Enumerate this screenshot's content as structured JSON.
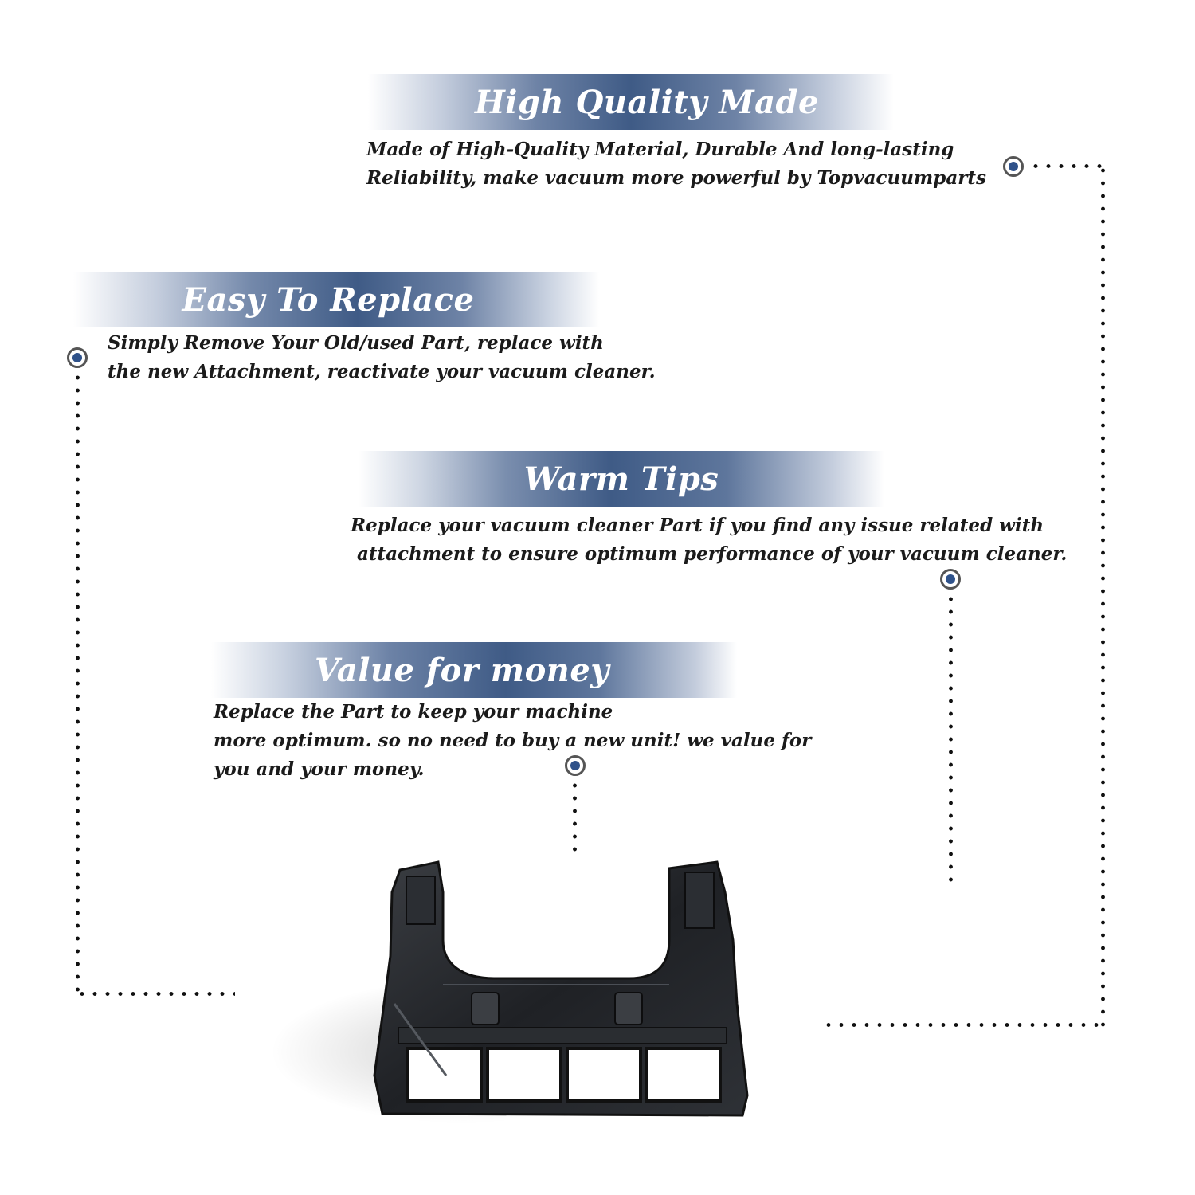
{
  "features": [
    {
      "title": "High Quality Made",
      "lines": [
        "Made of  High-Quality Material, Durable And long-lasting",
        "Reliability, make vacuum more powerful by Topvacuumparts"
      ]
    },
    {
      "title": "Easy To Replace",
      "lines": [
        "Simply Remove Your Old/used Part, replace with",
        "the new Attachment, reactivate your vacuum cleaner."
      ]
    },
    {
      "title": "Warm Tips",
      "lines": [
        "Replace your vacuum cleaner Part if you find any issue related with",
        " attachment to ensure optimum performance of your vacuum cleaner."
      ]
    },
    {
      "title": "Value for money",
      "lines": [
        "Replace the Part to keep your machine",
        "more optimum. so no need to buy a new unit! we value for",
        "you and your money."
      ]
    }
  ],
  "colors": {
    "banner_blue": "#3f5b86",
    "marker_blue": "#2f528a",
    "text": "#1b1b1b"
  },
  "icons": {
    "marker": "target-dot-icon",
    "product": "vacuum-brush-plate"
  }
}
